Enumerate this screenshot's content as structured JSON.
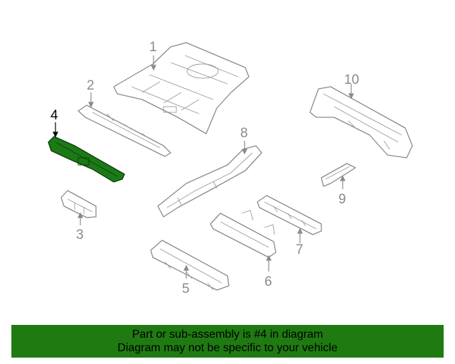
{
  "diagram": {
    "callouts": [
      {
        "label": "1",
        "active": false
      },
      {
        "label": "2",
        "active": false
      },
      {
        "label": "3",
        "active": false
      },
      {
        "label": "4",
        "active": true
      },
      {
        "label": "5",
        "active": false
      },
      {
        "label": "6",
        "active": false
      },
      {
        "label": "7",
        "active": false
      },
      {
        "label": "8",
        "active": false
      },
      {
        "label": "9",
        "active": false
      },
      {
        "label": "10",
        "active": false
      }
    ],
    "highlight_color": "#1f7a12"
  },
  "banner": {
    "line1": "Part or sub-assembly is #4 in diagram",
    "line2": "Diagram may not be specific to your vehicle",
    "background": "#1f7a12"
  }
}
